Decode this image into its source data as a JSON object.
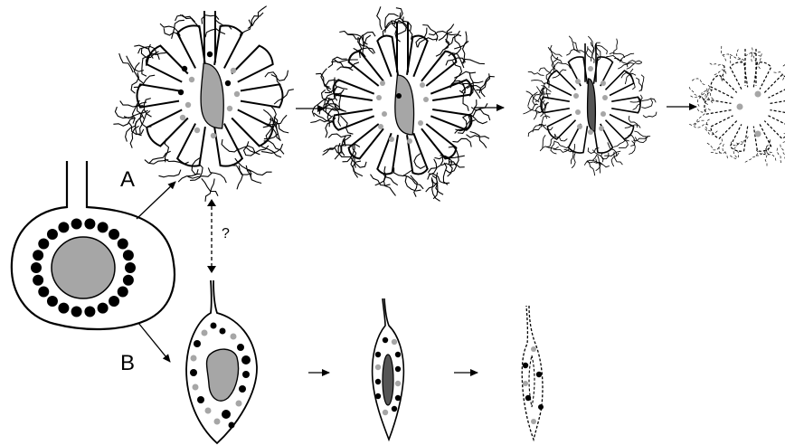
{
  "labels": {
    "pathway_a": "A",
    "pathway_b": "B",
    "uncertain_link": "?"
  },
  "colors": {
    "outline": "#000000",
    "nucleus_light": "#a6a6a6",
    "nucleus_dark": "#555555",
    "granule_black": "#000000",
    "granule_grey": "#a6a6a6",
    "background": "#ffffff"
  },
  "stages": {
    "pathway_a_count": 4,
    "pathway_b_count": 3
  }
}
